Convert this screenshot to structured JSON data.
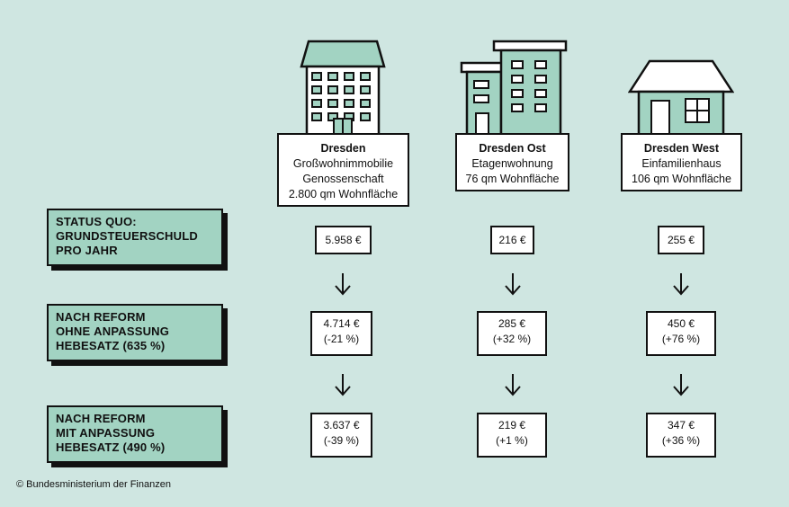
{
  "buildings": [
    {
      "title": "Dresden",
      "lines": [
        "Großwohnimmobilie",
        "Genossenschaft",
        "2.800 qm Wohnfläche"
      ],
      "icon": "apartment-block-icon"
    },
    {
      "title": "Dresden Ost",
      "lines": [
        "Etagenwohnung",
        "76 qm Wohnfläche"
      ],
      "icon": "multi-storey-building-icon"
    },
    {
      "title": "Dresden West",
      "lines": [
        "Einfamilienhaus",
        "106 qm Wohnfläche"
      ],
      "icon": "house-icon"
    }
  ],
  "rows": [
    {
      "label_lines": [
        "STATUS QUO:",
        "GRUNDSTEUERSCHULD",
        "PRO JAHR"
      ],
      "values": [
        {
          "amount": "5.958 €",
          "change": ""
        },
        {
          "amount": "216 €",
          "change": ""
        },
        {
          "amount": "255 €",
          "change": ""
        }
      ]
    },
    {
      "label_lines": [
        "NACH REFORM",
        "OHNE",
        "ANPASSUNG",
        "HEBESATZ (635 %)"
      ],
      "values": [
        {
          "amount": "4.714 €",
          "change": "(-21 %)"
        },
        {
          "amount": "285 €",
          "change": "(+32 %)"
        },
        {
          "amount": "450 €",
          "change": "(+76 %)"
        }
      ]
    },
    {
      "label_lines": [
        "NACH REFORM",
        "MIT ANPASSUNG",
        "HEBESATZ (490 %)"
      ],
      "values": [
        {
          "amount": "3.637 €",
          "change": "(-39 %)"
        },
        {
          "amount": "219 €",
          "change": "(+1 %)"
        },
        {
          "amount": "347 €",
          "change": "(+36 %)"
        }
      ]
    }
  ],
  "footer": "© Bundesministerium der Finanzen",
  "colors": {
    "background": "#cfe6e1",
    "accent": "#a2d3c2",
    "ink": "#111111"
  }
}
